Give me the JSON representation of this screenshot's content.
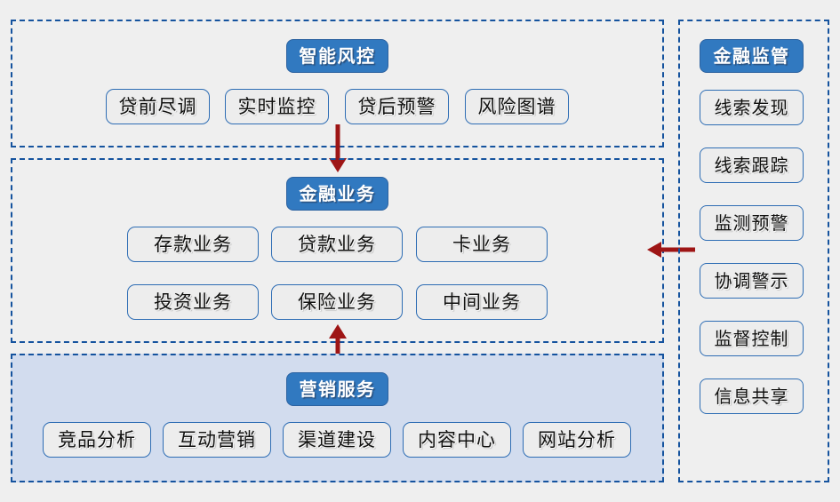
{
  "theme": {
    "background": "#efefef",
    "panel_border": "#15539e",
    "panel_fill_highlight": "#d2dcee",
    "node_border": "#2e6db4",
    "node_fill": "#ededed",
    "header_fill": "#3179c0",
    "header_text": "#ffffff",
    "text": "#10100f",
    "arrow": "#9e1515"
  },
  "diagram": {
    "type": "block-architecture",
    "panels": [
      {
        "id": "risk-control",
        "header": "智能风控",
        "filled": false,
        "nodes": [
          "贷前尽调",
          "实时监控",
          "贷后预警",
          "风险图谱"
        ]
      },
      {
        "id": "financial-business",
        "header": "金融业务",
        "filled": false,
        "nodes_row1": [
          "存款业务",
          "贷款业务",
          "卡业务"
        ],
        "nodes_row2": [
          "投资业务",
          "保险业务",
          "中间业务"
        ]
      },
      {
        "id": "marketing-service",
        "header": "营销服务",
        "filled": true,
        "nodes": [
          "竞品分析",
          "互动营销",
          "渠道建设",
          "内容中心",
          "网站分析"
        ]
      },
      {
        "id": "financial-supervision",
        "header": "金融监管",
        "filled": false,
        "nodes": [
          "线索发现",
          "线索跟踪",
          "监测预警",
          "协调警示",
          "监督控制",
          "信息共享"
        ]
      }
    ],
    "arrows": [
      {
        "id": "risk-to-business",
        "direction": "down",
        "from": "智能风控",
        "to": "金融业务"
      },
      {
        "id": "marketing-to-business",
        "direction": "up",
        "from": "营销服务",
        "to": "金融业务"
      },
      {
        "id": "supervision-to-business",
        "direction": "left",
        "from": "金融监管",
        "to": "金融业务"
      }
    ]
  }
}
